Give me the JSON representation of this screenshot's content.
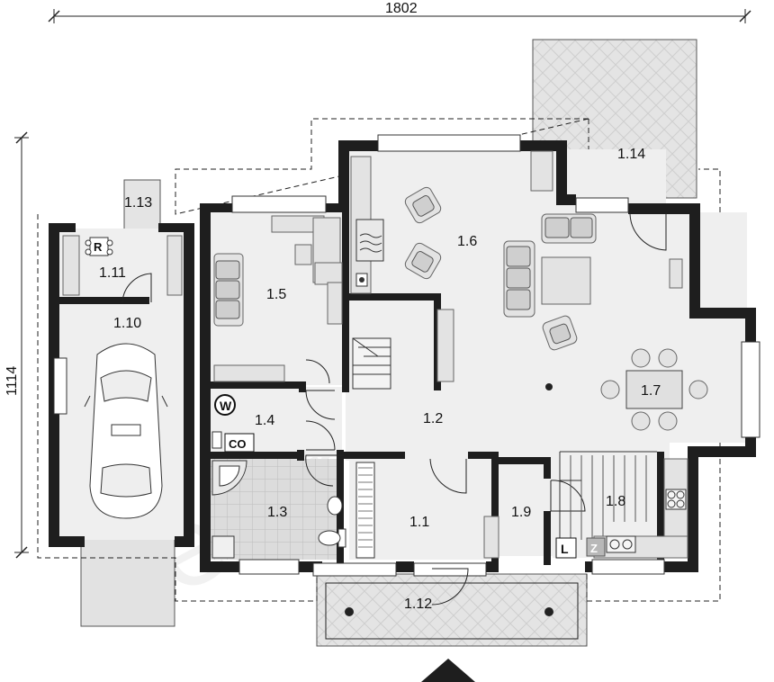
{
  "dimensions": {
    "width": "1802",
    "height": "1114"
  },
  "rooms": [
    {
      "id": "1.1",
      "label": "1.1"
    },
    {
      "id": "1.2",
      "label": "1.2"
    },
    {
      "id": "1.3",
      "label": "1.3"
    },
    {
      "id": "1.4",
      "label": "1.4"
    },
    {
      "id": "1.5",
      "label": "1.5"
    },
    {
      "id": "1.6",
      "label": "1.6"
    },
    {
      "id": "1.7",
      "label": "1.7"
    },
    {
      "id": "1.8",
      "label": "1.8"
    },
    {
      "id": "1.9",
      "label": "1.9"
    },
    {
      "id": "1.10",
      "label": "1.10"
    },
    {
      "id": "1.11",
      "label": "1.11"
    },
    {
      "id": "1.12",
      "label": "1.12"
    },
    {
      "id": "1.13",
      "label": "1.13"
    },
    {
      "id": "1.14",
      "label": "1.14"
    }
  ],
  "symbols": {
    "washer": "W",
    "boiler": "CO",
    "fridge": "R",
    "l_mark": "L",
    "z_mark": "Z"
  },
  "watermark": "extradom",
  "colors": {
    "wall": "#1e1e1e",
    "floor": "#efefef",
    "furniture": "#cfcfcf"
  }
}
